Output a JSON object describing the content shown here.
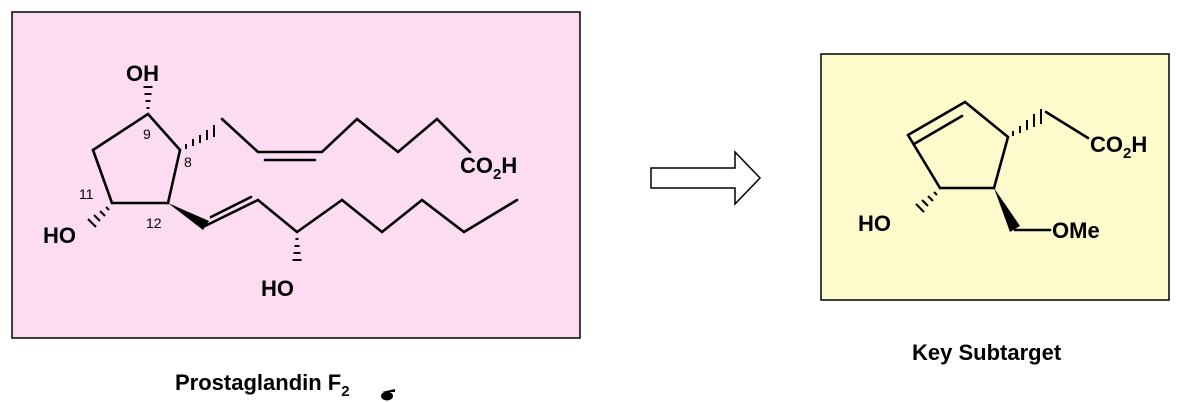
{
  "left_molecule": {
    "name_main": "Prostaglandin F",
    "name_sub": "2",
    "box_color": "#fbdcf0",
    "labels": {
      "oh_top": "OH",
      "ho_left": "HO",
      "ho_bottom": "HO",
      "acid_main": "CO",
      "acid_sub": "2",
      "acid_tail": "H"
    },
    "numbers": {
      "c9": "9",
      "c8": "8",
      "c11": "11",
      "c12": "12"
    }
  },
  "arrow": {
    "icon": "hollow-right-arrow-icon"
  },
  "right_molecule": {
    "name": "Key Subtarget",
    "box_color": "#fdfbcc",
    "labels": {
      "acid_main": "CO",
      "acid_sub": "2",
      "acid_tail": "H",
      "ho": "HO",
      "ome": "OMe"
    }
  }
}
